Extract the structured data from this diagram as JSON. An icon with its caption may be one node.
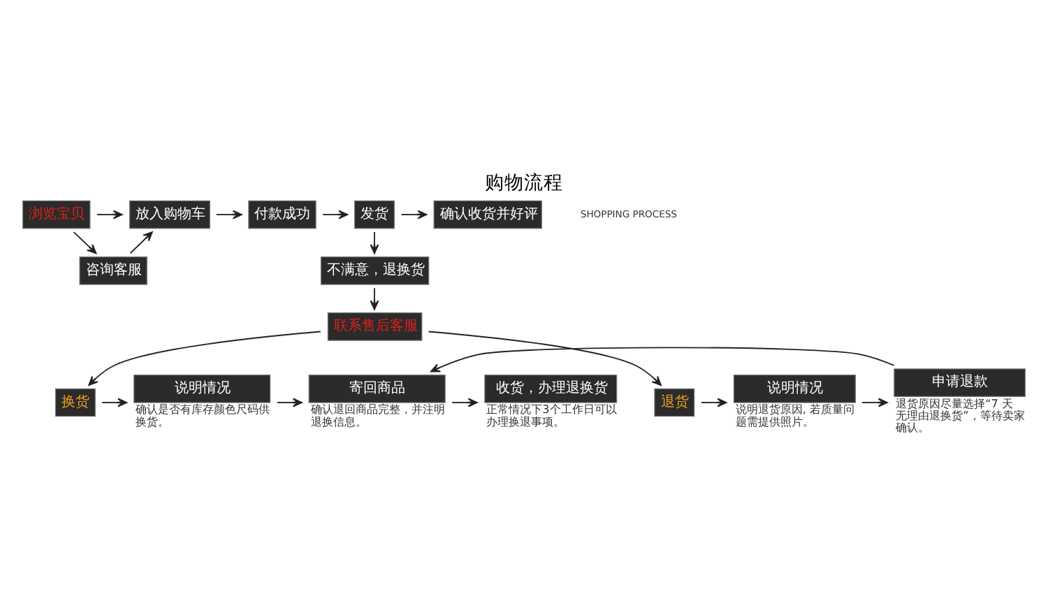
{
  "diagram": {
    "title": "购物流程",
    "nodes": [
      {
        "text": [
          "浏览宝贝"
        ]
      },
      {
        "text": [
          "放入购物车"
        ]
      },
      {
        "text": [
          "咨询客服"
        ]
      },
      {
        "text": [
          "付款成功"
        ]
      },
      {
        "text": [
          "发货"
        ]
      },
      {
        "text": [
          "确认收货并好评"
        ]
      },
      {
        "text": [
          "不满意，退换货"
        ]
      },
      {
        "text": [
          "联系售后客服"
        ]
      },
      {
        "text": [
          "换货"
        ]
      },
      {
        "text": [
          "退货"
        ]
      },
      {
        "text": [
          "说明情况"
        ],
        "beside": [
          "确认是否有库存颜色尺码供换货。"
        ]
      },
      {
        "text": [
          "说明情况"
        ],
        "beside": [
          "说明退货原因, 若质量问题需提供照片。"
        ]
      },
      {
        "text": [
          "寄回商品"
        ],
        "beside": [
          "确认退回商品完整，并注明退换信息。"
        ]
      },
      {
        "text": [
          "申请退款"
        ],
        "beside": [
          "退货原因尽量选择“7 天无理由退换货”，等待卖家确认。"
        ]
      },
      {
        "text": [
          "收货，办理退换货"
        ],
        "beside": [
          "正常情况下3个工作日可以办理换退事项。"
        ]
      }
    ],
    "edges": [
      {
        "from": 0,
        "to": 1,
        "arrow": "to"
      },
      {
        "from": 0,
        "to": 2,
        "arrow": "to"
      },
      {
        "from": 2,
        "to": 1,
        "arrow": "to"
      },
      {
        "from": 1,
        "to": 3,
        "arrow": "to"
      },
      {
        "from": 3,
        "to": 4,
        "arrow": "to"
      },
      {
        "from": 4,
        "to": 5,
        "arrow": "to"
      },
      {
        "from": 4,
        "to": 6,
        "arrow": "to"
      },
      {
        "from": 6,
        "to": 7,
        "arrow": "to"
      },
      {
        "from": 7,
        "to": 8,
        "arrow": "to"
      },
      {
        "from": 7,
        "to": 9,
        "arrow": "to"
      },
      {
        "from": 8,
        "to": 10,
        "arrow": "to"
      },
      {
        "from": 9,
        "to": 11,
        "arrow": "to"
      },
      {
        "from": 10,
        "to": 12,
        "arrow": "to"
      },
      {
        "from": 11,
        "to": 13,
        "arrow": "to"
      },
      {
        "from": 13,
        "to": 12,
        "arrow": "to"
      },
      {
        "from": 12,
        "to": 14,
        "arrow": "to"
      }
    ],
    "labels": [
      "SHOPPING PROCESS"
    ]
  }
}
